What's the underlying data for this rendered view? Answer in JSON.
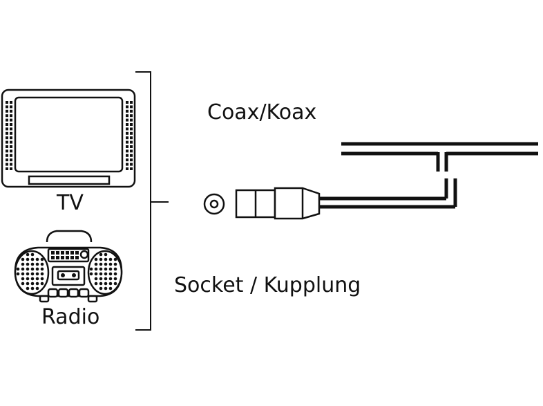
{
  "labels": {
    "tv": "TV",
    "radio": "Radio",
    "coax": "Coax/Koax",
    "socket": "Socket / Kupplung"
  },
  "colors": {
    "ink": "#111111",
    "background": "#ffffff"
  },
  "icons": [
    "tv-icon",
    "radio-icon",
    "socket-icon",
    "coax-plug-icon",
    "cable-icon"
  ]
}
